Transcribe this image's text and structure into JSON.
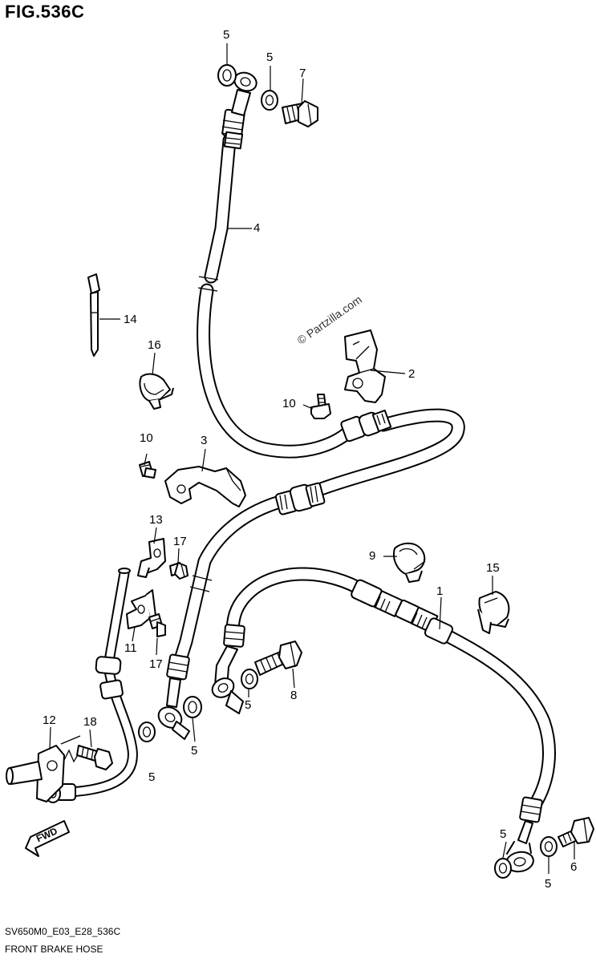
{
  "figure": {
    "title": "FIG.536C",
    "code": "SV650M0_E03_E28_536C",
    "caption": "FRONT BRAKE HOSE",
    "watermark": "© Partzilla.com",
    "fwd_label": "FWD"
  },
  "callouts": [
    {
      "id": "c1",
      "label": "1"
    },
    {
      "id": "c2",
      "label": "2"
    },
    {
      "id": "c3",
      "label": "3"
    },
    {
      "id": "c4",
      "label": "4"
    },
    {
      "id": "c5a",
      "label": "5"
    },
    {
      "id": "c5b",
      "label": "5"
    },
    {
      "id": "c5c",
      "label": "5"
    },
    {
      "id": "c5d",
      "label": "5"
    },
    {
      "id": "c5e",
      "label": "5"
    },
    {
      "id": "c5f",
      "label": "5"
    },
    {
      "id": "c5g",
      "label": "5"
    },
    {
      "id": "c6",
      "label": "6"
    },
    {
      "id": "c7",
      "label": "7"
    },
    {
      "id": "c8",
      "label": "8"
    },
    {
      "id": "c9",
      "label": "9"
    },
    {
      "id": "c10a",
      "label": "10"
    },
    {
      "id": "c10b",
      "label": "10"
    },
    {
      "id": "c11",
      "label": "11"
    },
    {
      "id": "c12",
      "label": "12"
    },
    {
      "id": "c13",
      "label": "13"
    },
    {
      "id": "c14",
      "label": "14"
    },
    {
      "id": "c15",
      "label": "15"
    },
    {
      "id": "c16",
      "label": "16"
    },
    {
      "id": "c17a",
      "label": "17"
    },
    {
      "id": "c17b",
      "label": "17"
    },
    {
      "id": "c18",
      "label": "18"
    }
  ]
}
